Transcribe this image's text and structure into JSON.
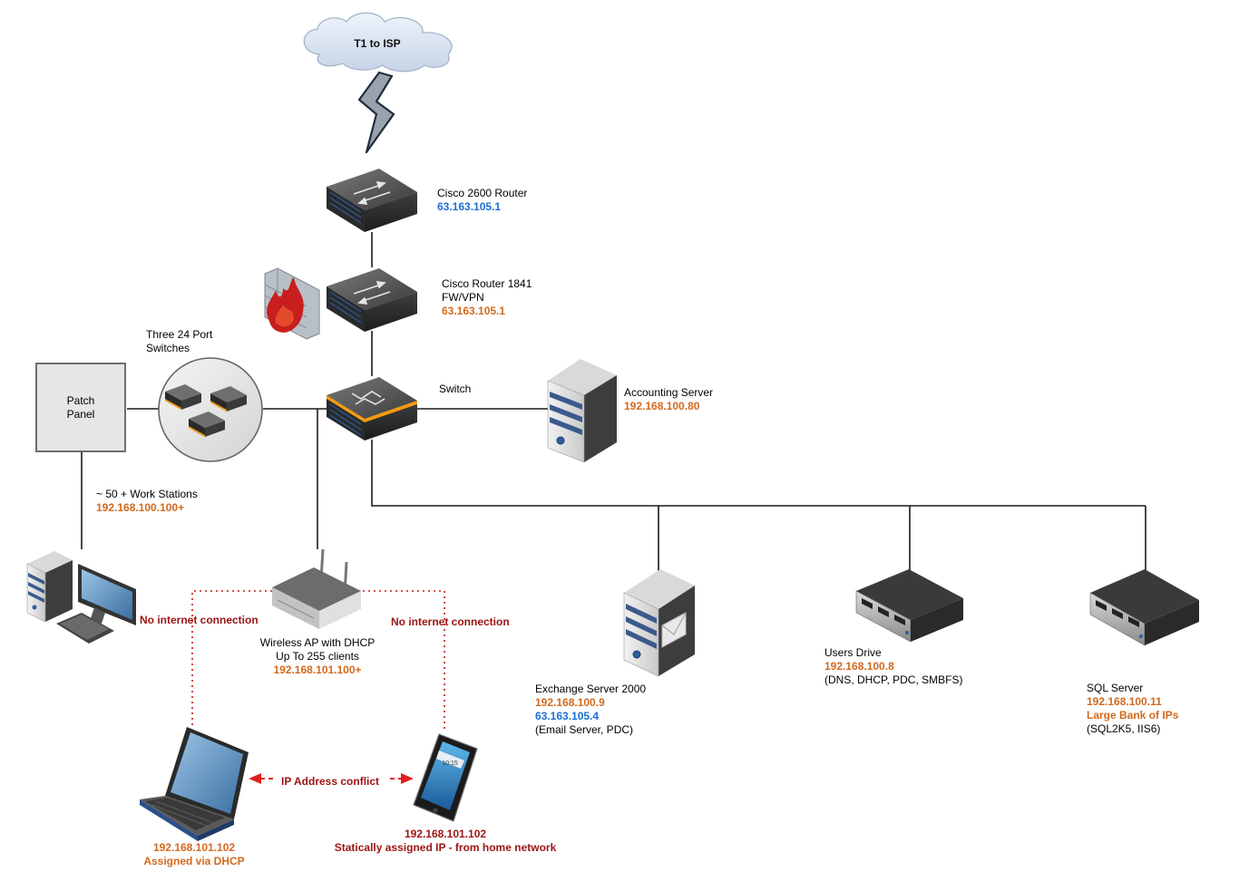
{
  "cloud": {
    "label": "T1 to ISP"
  },
  "router_2600": {
    "name": "Cisco 2600 Router",
    "ip": "63.163.105.1"
  },
  "router_1841": {
    "name": "Cisco Router 1841",
    "role": "FW/VPN",
    "ip": "63.163.105.1"
  },
  "switches_group": {
    "line1": "Three 24 Port",
    "line2": "Switches"
  },
  "patch_panel": {
    "line1": "Patch",
    "line2": "Panel"
  },
  "main_switch": {
    "name": "Switch"
  },
  "accounting_server": {
    "name": "Accounting Server",
    "ip": "192.168.100.80"
  },
  "workstations": {
    "name": "~ 50 + Work Stations",
    "ip": "192.168.100.100+"
  },
  "wireless_ap": {
    "name": "Wireless AP with DHCP",
    "capacity": "Up To 255 clients",
    "ip": "192.168.101.100+"
  },
  "no_internet_left": "No internet connection",
  "no_internet_right": "No internet connection",
  "exchange_server": {
    "name": "Exchange Server 2000",
    "ip1": "192.168.100.9",
    "ip2": "63.163.105.4",
    "role": "(Email Server, PDC)"
  },
  "users_drive": {
    "name": "Users Drive",
    "ip": "192.168.100.8",
    "role": "(DNS, DHCP, PDC, SMBFS)"
  },
  "sql_server": {
    "name": "SQL Server",
    "ip": "192.168.100.11",
    "note": "Large Bank of IPs",
    "role": "(SQL2K5, IIS6)"
  },
  "laptop": {
    "ip": "192.168.101.102",
    "note": "Assigned via DHCP"
  },
  "phone": {
    "ip": "192.168.101.102",
    "note": "Statically assigned IP - from home network",
    "clock": "10:15"
  },
  "conflict": {
    "label": "IP Address conflict"
  },
  "colors": {
    "orange_ip": "#d2691e",
    "blue_ip": "#1a6fd6",
    "warning_red": "#9b1414",
    "dashed_red": "#e02020",
    "switch_accent": "#f39c12"
  }
}
